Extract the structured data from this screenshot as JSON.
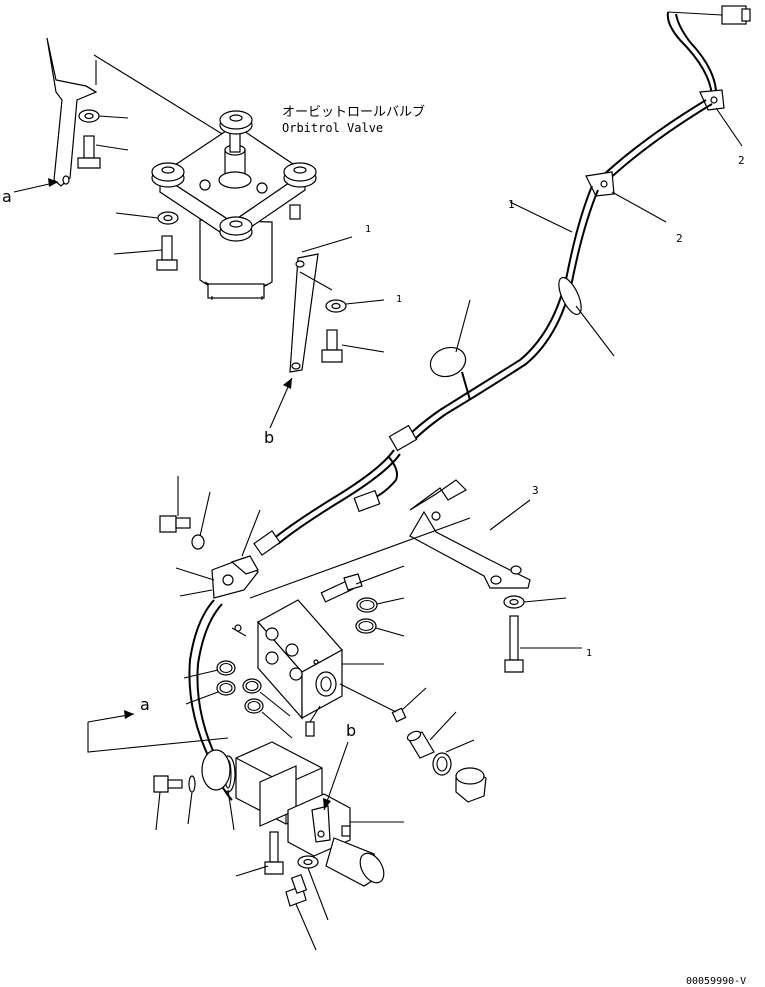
{
  "title_jp": "オービットロールバルブ",
  "title_en": "Orbitrol Valve",
  "drawing_number": "00059990-V",
  "callouts": {
    "a": "a",
    "b": "b",
    "n1": "1",
    "n2": "2",
    "n3": "3"
  }
}
